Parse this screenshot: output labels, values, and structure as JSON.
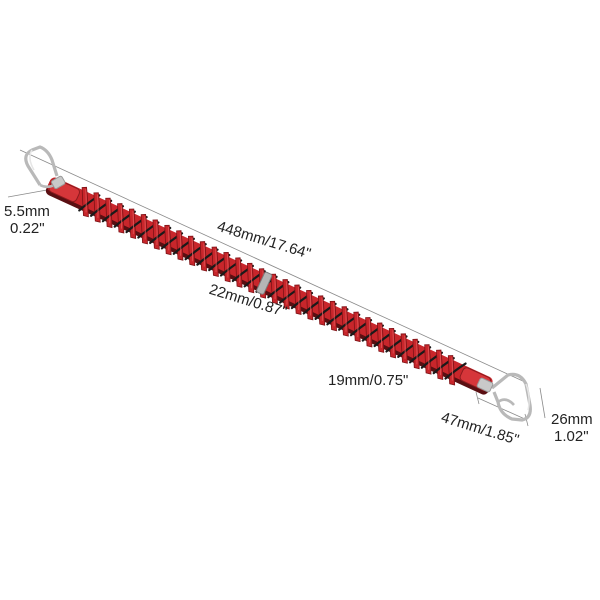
{
  "product": {
    "name": "Braided leather bag strap with swivel clasps",
    "strap_color": "#c8262b",
    "lacing_color": "#1a1a1a",
    "hardware_color": "#c9c9c9"
  },
  "dimensions": {
    "hole_mm": "5.5mm",
    "hole_in": "0.22\"",
    "length": "448mm/17.64\"",
    "braid_width": "22mm/0.87\"",
    "strap_width": "19mm/0.75\"",
    "clasp_length": "47mm/1.85\"",
    "clasp_width_mm": "26mm",
    "clasp_width_in": "1.02\""
  }
}
